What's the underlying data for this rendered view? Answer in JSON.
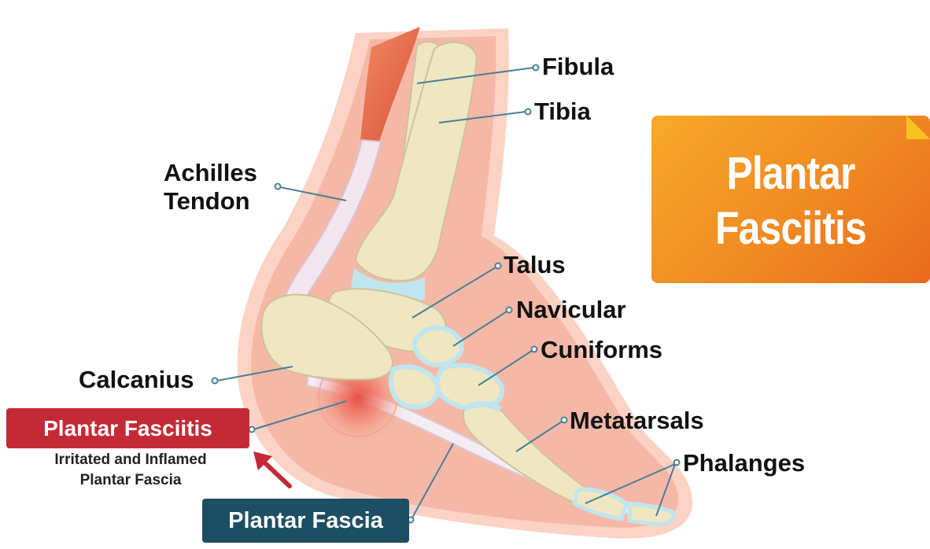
{
  "title": {
    "line1": "Plantar",
    "line2": "Fasciitis"
  },
  "labels": {
    "fibula": "Fibula",
    "tibia": "Tibia",
    "achilles_line1": "Achilles",
    "achilles_line2": "Tendon",
    "talus": "Talus",
    "navicular": "Navicular",
    "cuniforms": "Cuniforms",
    "calcanius": "Calcanius",
    "metatarsals": "Metatarsals",
    "phalanges": "Phalanges"
  },
  "callouts": {
    "plantar_fasciitis": "Plantar Fasciitis",
    "description_line1": "Irritated and Inflamed",
    "description_line2": "Plantar Fascia",
    "plantar_fascia": "Plantar Fascia"
  },
  "colors": {
    "skin": "#f6b8a6",
    "bone": "#efe6c2",
    "cartilage": "#bfe6ee",
    "muscle": "#e0603f",
    "inflammation": "#e8463a",
    "fasciitis_tag": "#c42a36",
    "fascia_tag": "#1c4f63",
    "title_card": "#f08a23"
  }
}
